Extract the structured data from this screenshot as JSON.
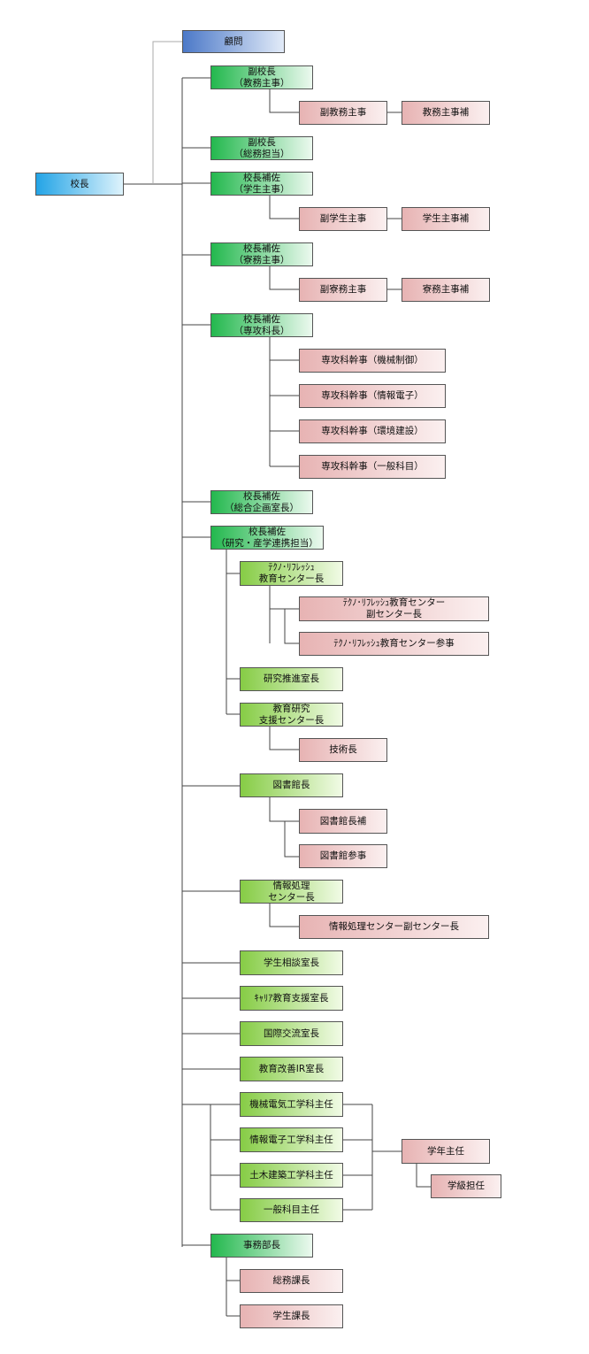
{
  "nodes": {
    "kocho": "校長",
    "komon": "顧問",
    "fuku1": "副校長\n（教務主事）",
    "fuku_kyomu": "副教務主事",
    "kyomu_ho": "教務主事補",
    "fuku2": "副校長\n（総務担当）",
    "hosa_gakusei": "校長補佐\n（学生主事）",
    "fuku_gakusei": "副学生主事",
    "gakusei_ho": "学生主事補",
    "hosa_ryomu": "校長補佐\n（寮務主事）",
    "fuku_ryomu": "副寮務主事",
    "ryomu_ho": "寮務主事補",
    "hosa_senko": "校長補佐\n（専攻科長）",
    "kanji1": "専攻科幹事（機械制御）",
    "kanji2": "専攻科幹事（情報電子）",
    "kanji3": "専攻科幹事（環境建設）",
    "kanji4": "専攻科幹事（一般科目）",
    "hosa_kikaku": "校長補佐\n（総合企画室長）",
    "hosa_kenkyu": "校長補佐\n（研究・産学連携担当）",
    "techno": "ﾃｸﾉ･ﾘﾌﾚｯｼｭ\n教育センター長",
    "techno_fuku": "ﾃｸﾉ･ﾘﾌﾚｯｼｭ教育センター\n副センター長",
    "techno_sanji": "ﾃｸﾉ･ﾘﾌﾚｯｼｭ教育センター参事",
    "kenkyu_suishin": "研究推進室長",
    "kyoiku_kenkyu": "教育研究\n支援センター長",
    "gijutsu": "技術長",
    "tosho": "図書館長",
    "tosho_ho": "図書館長補",
    "tosho_sanji": "図書館参事",
    "joho": "情報処理\nセンター長",
    "joho_fuku": "情報処理センター副センター長",
    "sodan": "学生相談室長",
    "career": "ｷｬﾘｱ教育支援室長",
    "kokusai": "国際交流室長",
    "kaizen": "教育改善IR室長",
    "kikai": "機械電気工学科主任",
    "joho_denshi": "情報電子工学科主任",
    "doboku": "土木建築工学科主任",
    "ippan": "一般科目主任",
    "gakunen": "学年主任",
    "gakkyu": "学級担任",
    "jimu": "事務部長",
    "somu": "総務課長",
    "gakusei_ka": "学生課長"
  }
}
